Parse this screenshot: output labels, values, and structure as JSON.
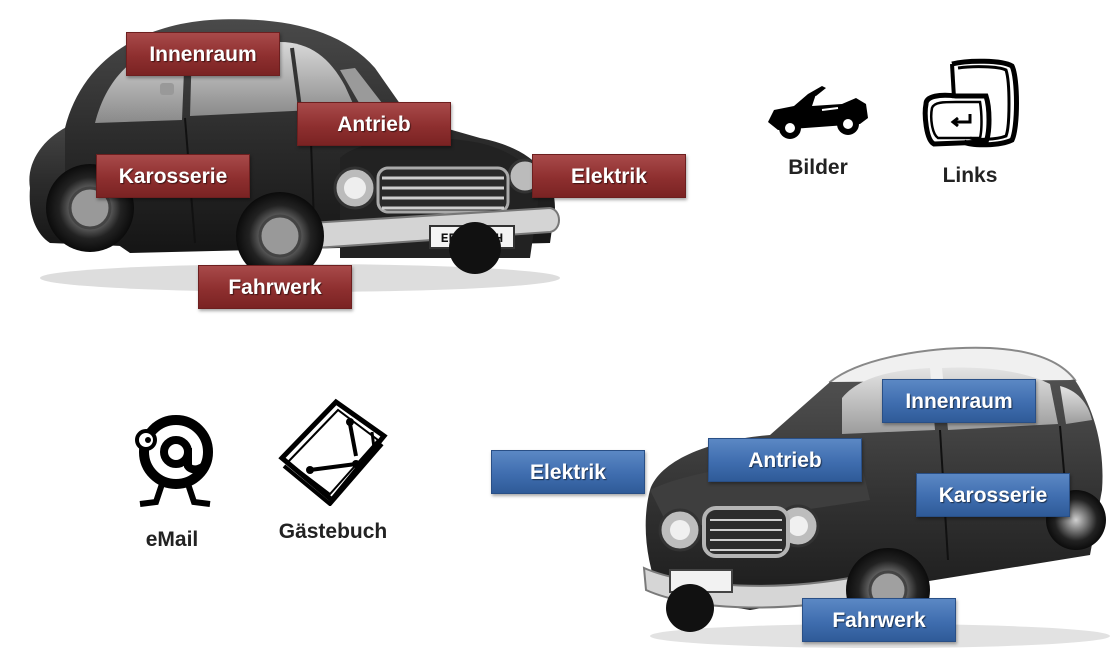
{
  "colors": {
    "tag_red": "#8e2f2f",
    "tag_blue": "#3f6daf",
    "car_body": "#2a2a2a",
    "text": "#222222"
  },
  "car_top": {
    "plate": "EBE V76H",
    "tags": {
      "innenraum": "Innenraum",
      "antrieb": "Antrieb",
      "karosserie": "Karosserie",
      "elektrik": "Elektrik",
      "fahrwerk": "Fahrwerk"
    }
  },
  "car_bottom": {
    "tags": {
      "innenraum": "Innenraum",
      "antrieb": "Antrieb",
      "elektrik": "Elektrik",
      "karosserie": "Karosserie",
      "fahrwerk": "Fahrwerk"
    }
  },
  "nav": {
    "bilder": {
      "label": "Bilder",
      "icon": "convertible-car-icon"
    },
    "links": {
      "label": "Links",
      "icon": "chain-link-icon"
    },
    "email": {
      "label": "eMail",
      "icon": "at-sign-character-icon"
    },
    "gaestebuch": {
      "label": "Gästebuch",
      "icon": "notebook-pen-icon"
    }
  }
}
